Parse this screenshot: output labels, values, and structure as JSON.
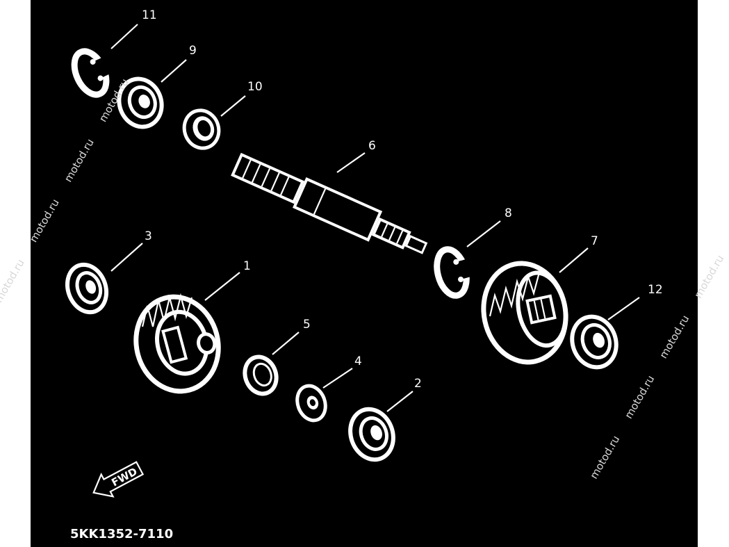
{
  "diagram_code": "5KK1352-7110",
  "direction_label": "FWD",
  "watermark": "motod.ru",
  "callouts": [
    {
      "id": "1",
      "label": "1"
    },
    {
      "id": "2",
      "label": "2"
    },
    {
      "id": "3",
      "label": "3"
    },
    {
      "id": "4",
      "label": "4"
    },
    {
      "id": "5",
      "label": "5"
    },
    {
      "id": "6",
      "label": "6"
    },
    {
      "id": "7",
      "label": "7"
    },
    {
      "id": "8",
      "label": "8"
    },
    {
      "id": "9",
      "label": "9"
    },
    {
      "id": "10",
      "label": "10"
    },
    {
      "id": "11",
      "label": "11"
    },
    {
      "id": "12",
      "label": "12"
    }
  ],
  "colors": {
    "background": "#000000",
    "lines": "#ffffff",
    "margin": "#ffffff"
  }
}
